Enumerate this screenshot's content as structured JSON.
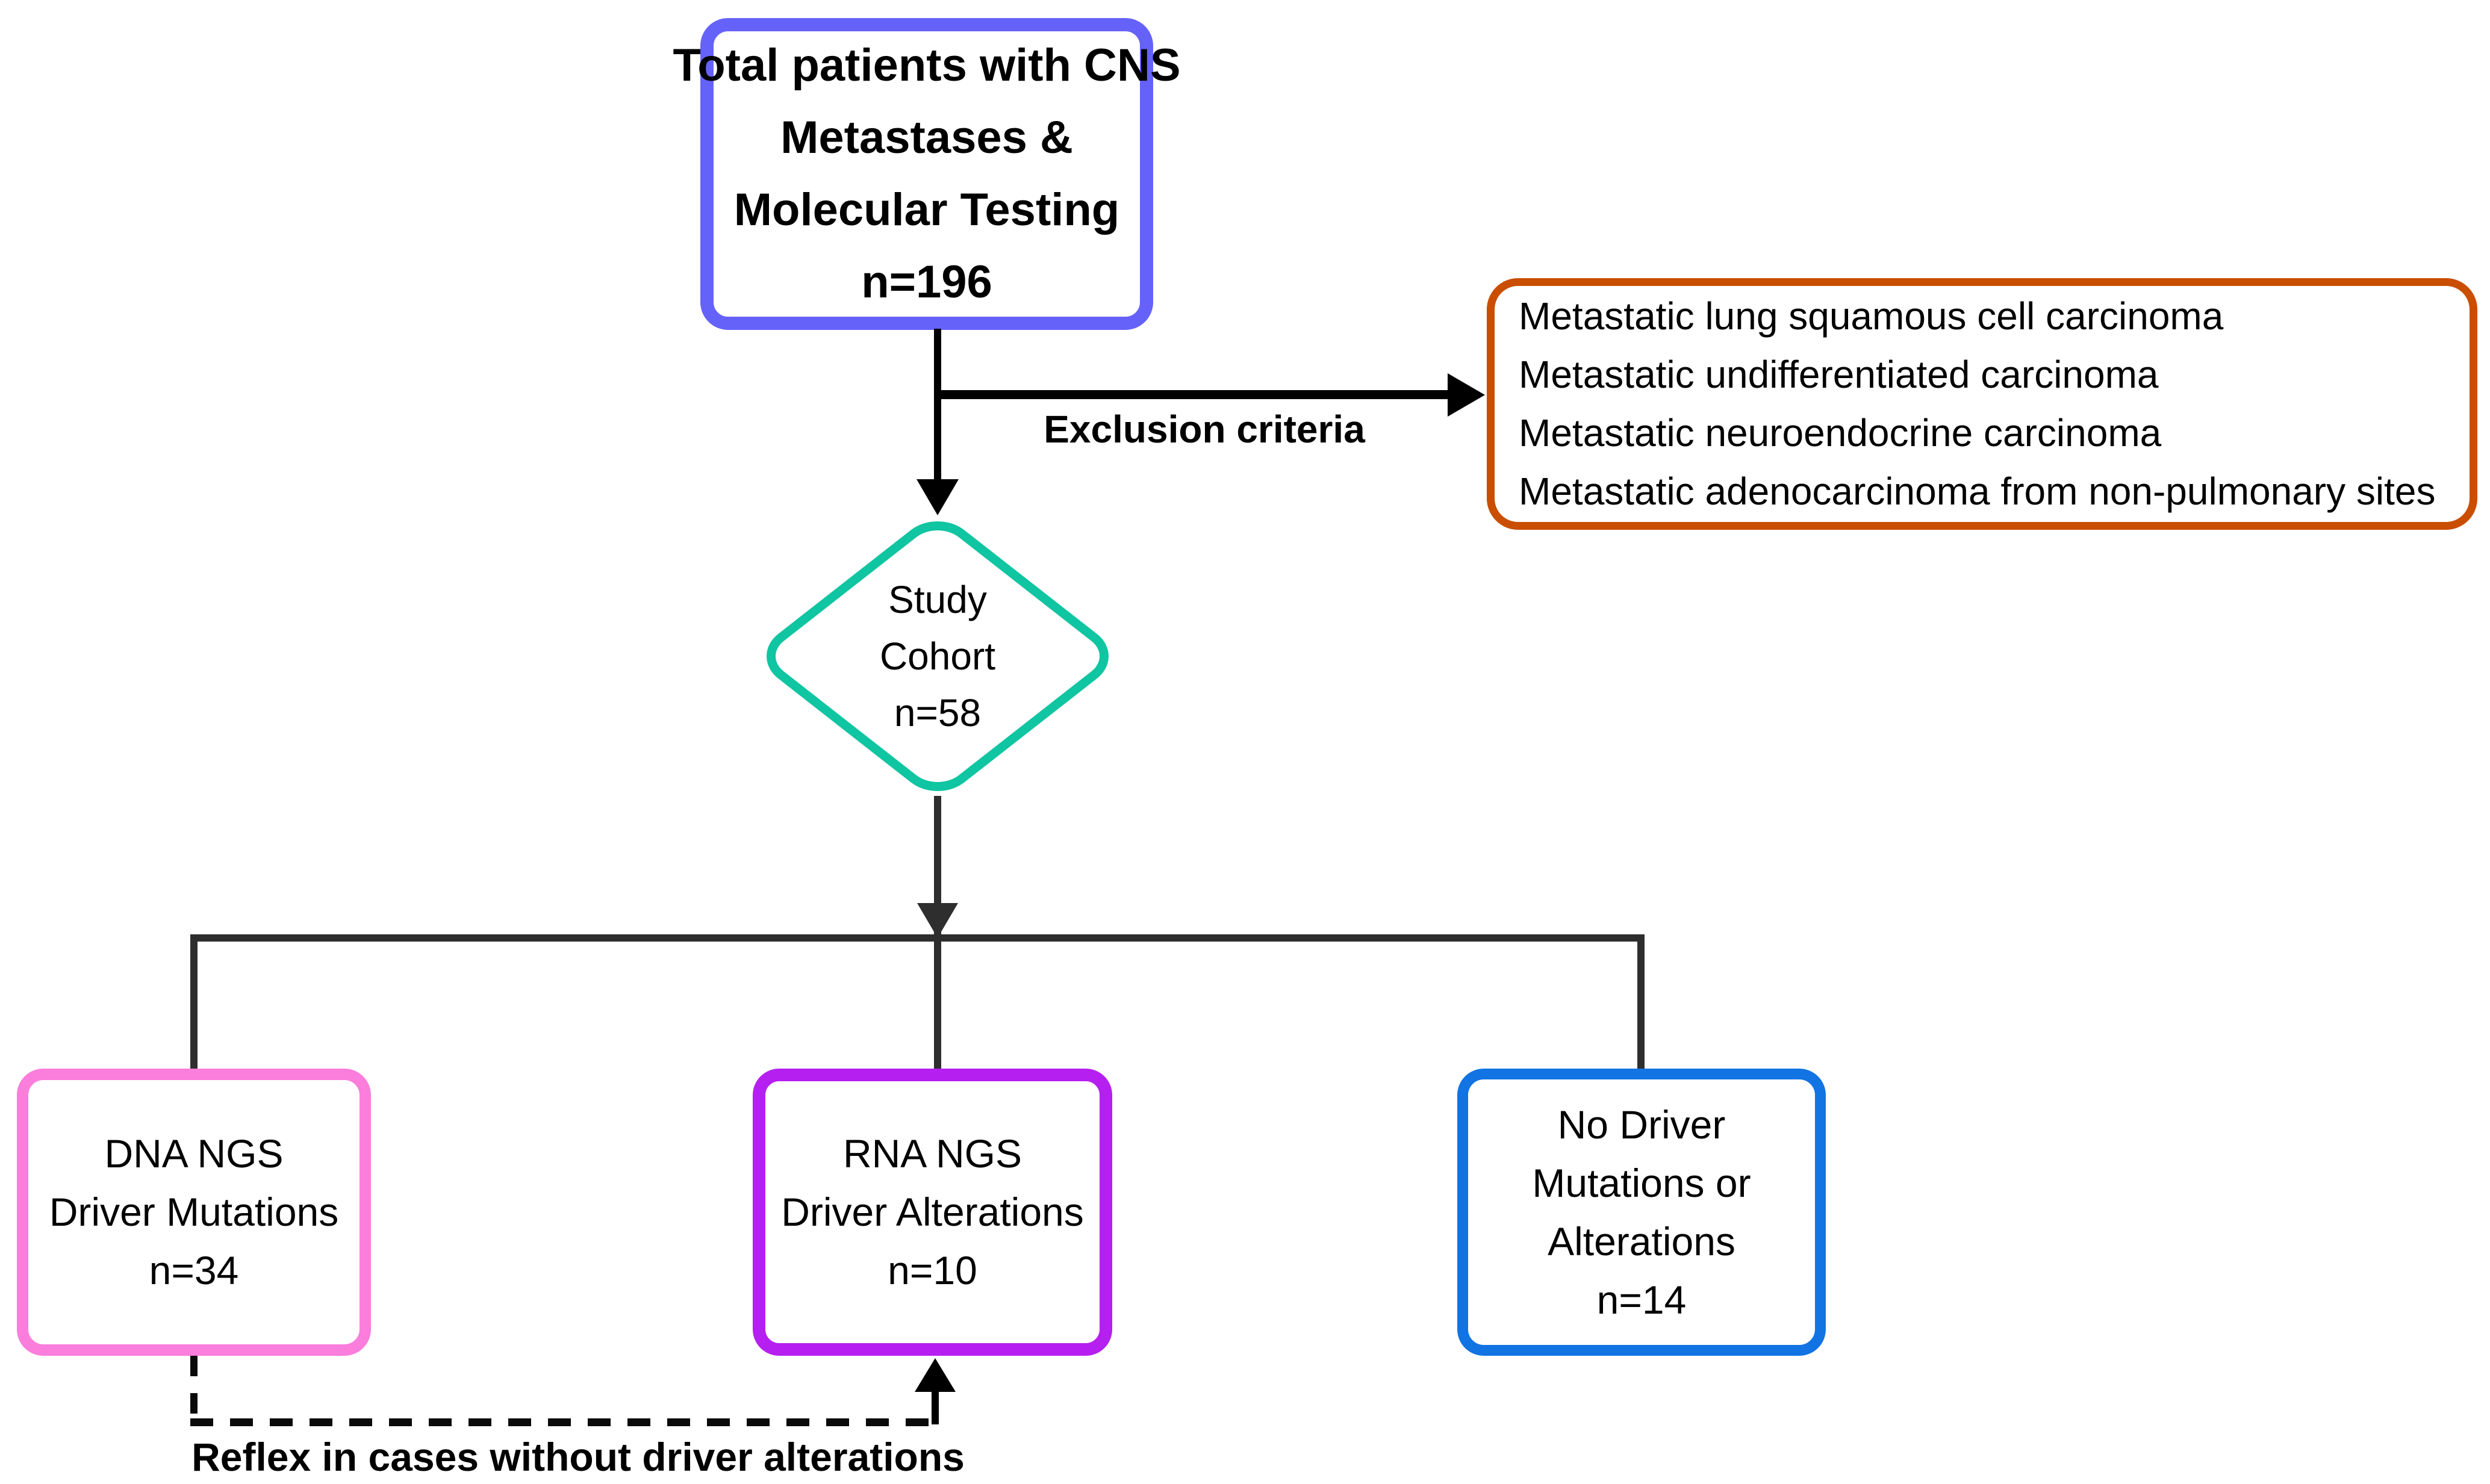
{
  "diagram": {
    "background": "#ffffff",
    "line_color": "#2e2e2e",
    "arrow_color": "#000000",
    "text_color": "#000000",
    "nodes": {
      "total": {
        "shape": "rounded-rect",
        "border_color": "#6562fa",
        "lines": [
          "Total patients with CNS",
          "Metastases &",
          "Molecular Testing",
          "n=196"
        ]
      },
      "exclusion": {
        "shape": "rounded-rect",
        "border_color": "#c94e00",
        "items": [
          "Metastatic lung squamous cell carcinoma",
          "Metastatic undifferentiated carcinoma",
          "Metastatic neuroendocrine carcinoma",
          "Metastatic adenocarcinoma from non-pulmonary sites"
        ]
      },
      "cohort": {
        "shape": "diamond",
        "border_color": "#10c5a1",
        "lines": [
          "Study",
          "Cohort",
          "n=58"
        ]
      },
      "dna": {
        "shape": "rounded-rect",
        "border_color": "#fb7ddc",
        "lines": [
          "DNA NGS",
          "Driver Mutations",
          "n=34"
        ]
      },
      "rna": {
        "shape": "rounded-rect",
        "border_color": "#b51ff0",
        "lines": [
          "RNA NGS",
          "Driver Alterations",
          "n=10"
        ]
      },
      "none": {
        "shape": "rounded-rect",
        "border_color": "#1273e3",
        "lines": [
          "No Driver",
          "Mutations or",
          "Alterations",
          "n=14"
        ]
      }
    },
    "labels": {
      "exclusion_arrow": "Exclusion criteria",
      "reflex": "Reflex in cases without driver alterations"
    }
  }
}
